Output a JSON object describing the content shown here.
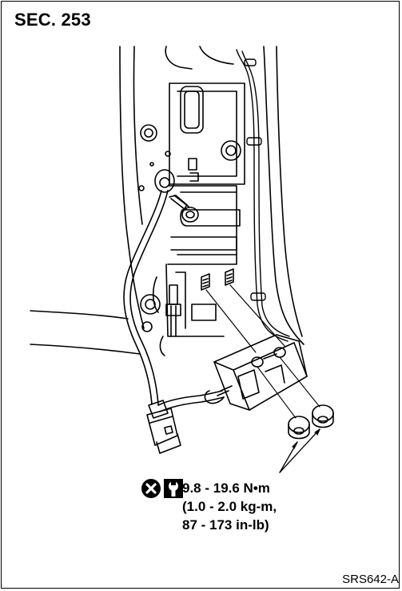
{
  "section_title": "SEC. 253",
  "torque": {
    "line1": "9.8 - 19.6 N•m",
    "line2": "(1.0 - 2.0 kg-m,",
    "line3": "87 - 173 in-lb)"
  },
  "figure_code": "SRS642-A",
  "icons": [
    "do-not-reuse-icon",
    "torque-wrench-icon"
  ]
}
